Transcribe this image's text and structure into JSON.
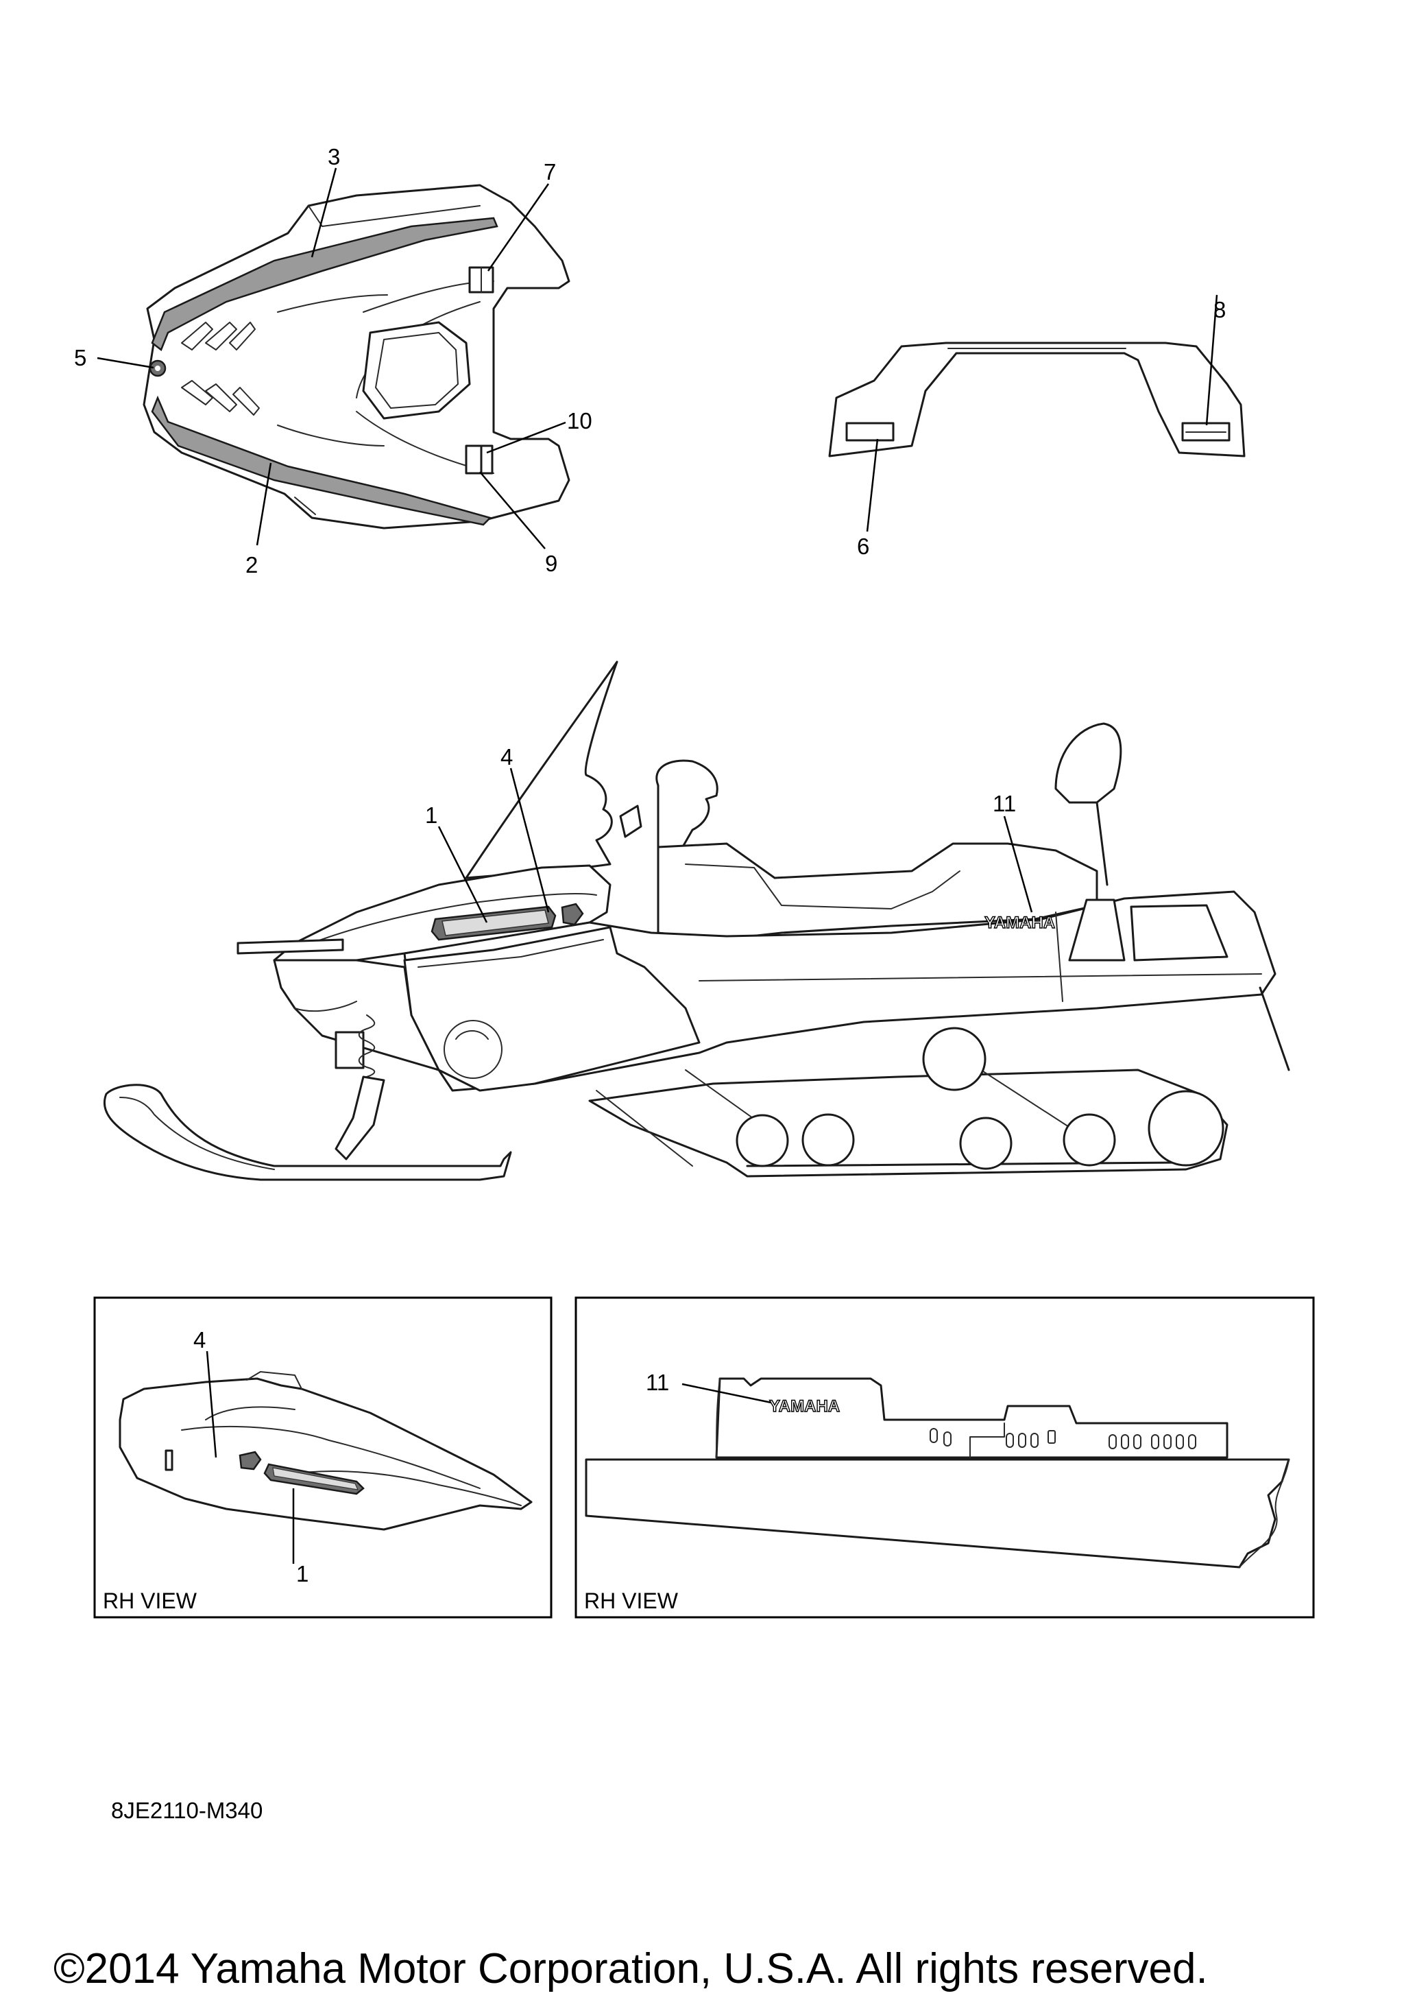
{
  "callouts": {
    "c1": "1",
    "c2": "2",
    "c3": "3",
    "c4": "4",
    "c5": "5",
    "c6": "6",
    "c7": "7",
    "c8": "8",
    "c9": "9",
    "c10": "10",
    "c11": "11",
    "c4b": "4",
    "c1b": "1",
    "c11b": "11"
  },
  "decal_text": {
    "yamaha_main": "YAMAHA",
    "yamaha_detail": "YAMAHA"
  },
  "inset_left": {
    "view_label": "RH VIEW"
  },
  "inset_right": {
    "view_label": "RH VIEW"
  },
  "figure_code": "8JE2110-M340",
  "copyright": "©2014 Yamaha Motor Corporation, U.S.A. All rights reserved."
}
